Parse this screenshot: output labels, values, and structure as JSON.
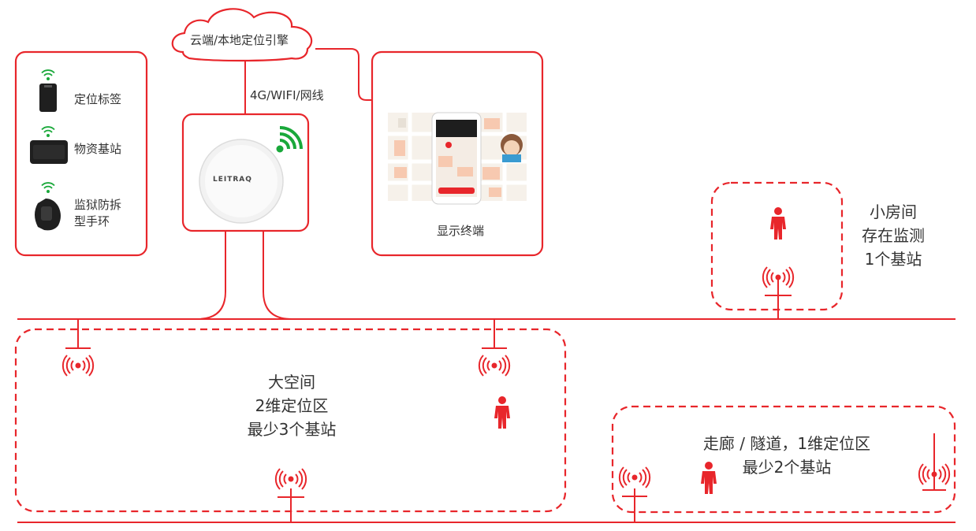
{
  "cloud": {
    "label": "云端/本地定位引擎"
  },
  "connection": {
    "label": "4G/WIFI/网线"
  },
  "devices": [
    {
      "name": "定位标签",
      "icon": "tag-icon"
    },
    {
      "name": "物资基站",
      "icon": "asset-station-icon"
    },
    {
      "name": "监狱防拆型手环",
      "lines": [
        "监狱防拆",
        "型手环"
      ],
      "icon": "wristband-icon"
    }
  ],
  "gateway": {
    "brand": "LEITRAQ"
  },
  "display": {
    "label": "显示终端"
  },
  "zones": {
    "small_room": {
      "lines": [
        "小房间",
        "存在监测",
        "1个基站"
      ]
    },
    "big_space": {
      "lines": [
        "大空间",
        "2维定位区",
        "最少3个基站"
      ]
    },
    "corridor": {
      "lines": [
        "走廊 / 隧道，1维定位区",
        "最少2个基站"
      ]
    }
  },
  "colors": {
    "accent": "#e8262b",
    "wifi": "#19a83a"
  }
}
